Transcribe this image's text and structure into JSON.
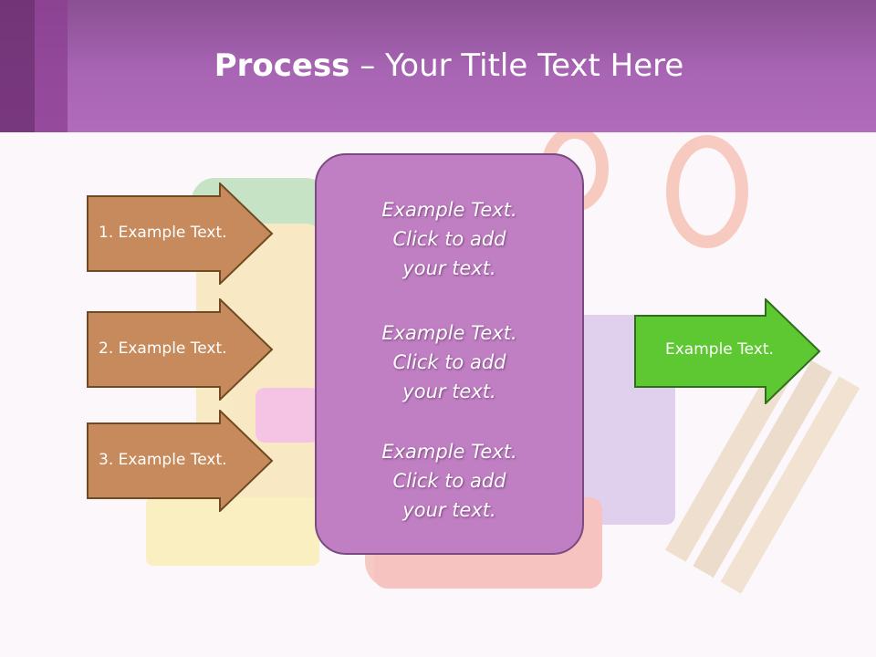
{
  "slide": {
    "title_bold": "Process",
    "title_rest": " – Your Title Text Here"
  },
  "left_arrows": [
    {
      "label": "1. Example Text."
    },
    {
      "label": "2. Example Text."
    },
    {
      "label": "3. Example Text."
    }
  ],
  "center_box": {
    "paragraphs": [
      {
        "line1": "Example Text.",
        "line2": "Click  to add",
        "line3": "your text."
      },
      {
        "line1": "Example Text.",
        "line2": "Click  to add",
        "line3": "your text."
      },
      {
        "line1": "Example Text.",
        "line2": "Click  to add",
        "line3": "your text."
      }
    ]
  },
  "right_arrow": {
    "label": "Example Text."
  },
  "colors": {
    "header": "#a865b4",
    "left_arrow_fill": "#c68a5c",
    "left_arrow_stroke": "#6f4a22",
    "center_box_fill": "#c07ec3",
    "right_arrow_fill": "#5dc832",
    "right_arrow_stroke": "#2f6e1b"
  }
}
